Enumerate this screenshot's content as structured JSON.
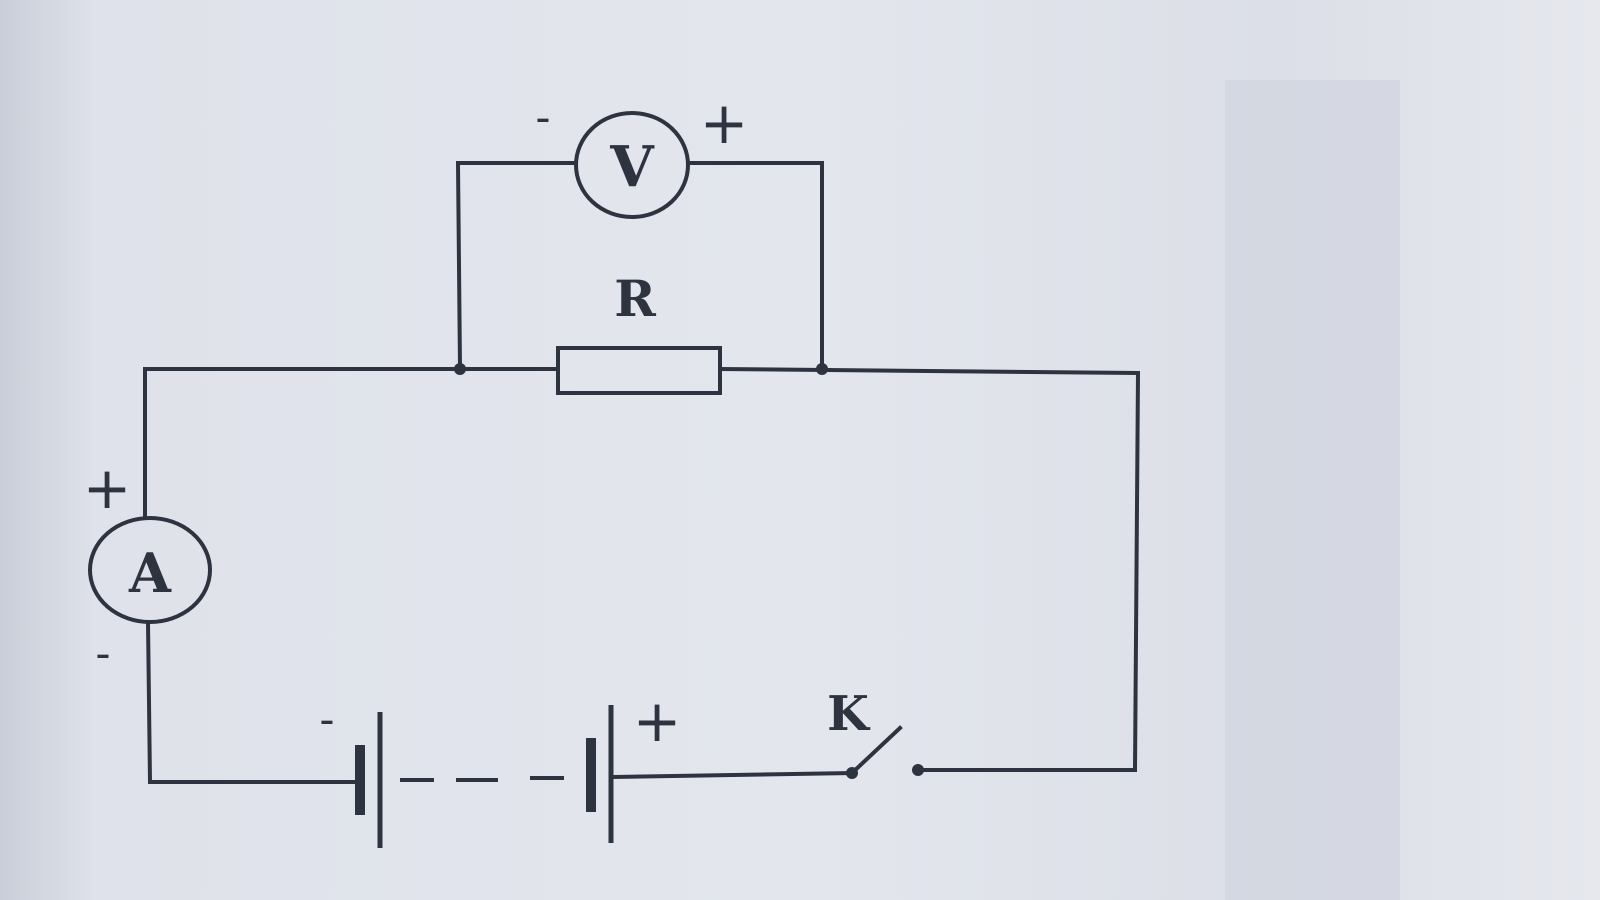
{
  "diagram": {
    "voltmeter": {
      "symbol": "V",
      "minus": "-",
      "plus": "+"
    },
    "resistor": {
      "label": "R"
    },
    "ammeter": {
      "symbol": "A",
      "plus": "+",
      "minus": "-"
    },
    "battery": {
      "minus": "-",
      "plus": "+"
    },
    "switch": {
      "label": "K"
    },
    "colors": {
      "wire": "#2e3340",
      "background": "#e3e6ed"
    }
  }
}
